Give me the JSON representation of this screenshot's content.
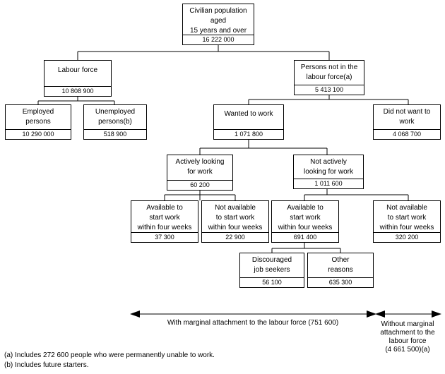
{
  "boxes": {
    "civilian": {
      "label": "Civilian population aged\n15 years and over",
      "value": "16 222 000"
    },
    "labour_force": {
      "label": "Labour force",
      "value": "10 808 900"
    },
    "not_in_lf": {
      "label": "Persons not in the\nlabour force(a)",
      "value": "5 413 100"
    },
    "employed": {
      "label": "Employed\npersons",
      "value": "10 290 000"
    },
    "unemployed": {
      "label": "Unemployed\npersons(b)",
      "value": "518 900"
    },
    "wanted": {
      "label": "Wanted to work",
      "value": "1 071 800"
    },
    "not_wanted": {
      "label": "Did not want to\nwork",
      "value": "4 068 700"
    },
    "active": {
      "label": "Actively looking\nfor work",
      "value": "60 200"
    },
    "not_active": {
      "label": "Not actively\nlooking for work",
      "value": "1 011 600"
    },
    "avail_active": {
      "label": "Available to\nstart work\nwithin four weeks",
      "value": "37 300"
    },
    "notavail_active": {
      "label": "Not available\nto start work\nwithin four weeks",
      "value": "22 900"
    },
    "avail_notactive": {
      "label": "Available to\nstart work\nwithin four weeks",
      "value": "691 400"
    },
    "notavail_notactive": {
      "label": "Not available\nto start work\nwithin four weeks",
      "value": "320 200"
    },
    "discouraged": {
      "label": "Discouraged\njob seekers",
      "value": "56 100"
    },
    "other": {
      "label": "Other\nreasons",
      "value": "635 300"
    }
  },
  "captions": {
    "marginal": "With marginal attachment to the labour force (751 600)",
    "without_marginal": "Without marginal\nattachment to the\nlabour force\n(4 661 500)(a)"
  },
  "footnotes": {
    "a": "(a) Includes 272 600 people who were permanently unable to work.",
    "b": "(b) Includes future starters."
  }
}
